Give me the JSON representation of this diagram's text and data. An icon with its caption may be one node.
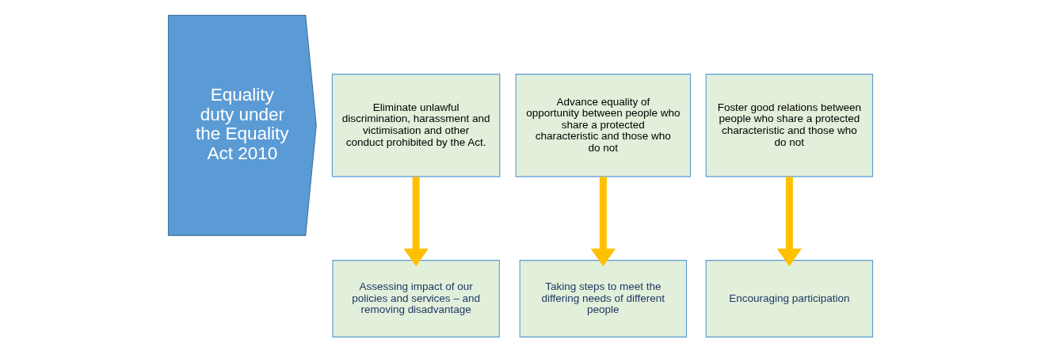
{
  "diagram": {
    "nodes": [
      {
        "text": [
          "Equality duty under the Equality Act 2010"
        ]
      },
      {
        "text": [
          "Eliminate unlawful discrimination, harassment and victimisation and other conduct prohibited by the Act."
        ]
      },
      {
        "text": [
          "Advance equality of opportunity between people who share a protected characteristic and those who do not"
        ]
      },
      {
        "text": [
          "Foster good relations between people who share a protected characteristic and those who do not"
        ]
      },
      {
        "text": [
          "Assessing impact of our policies and services – and removing disadvantage"
        ]
      },
      {
        "text": [
          "Taking steps to meet the differing needs of different people"
        ]
      },
      {
        "text": [
          "Encouraging participation"
        ]
      }
    ],
    "edges": [
      {
        "from": 1,
        "to": 4,
        "arrow": "to",
        "color": "#ffc000"
      },
      {
        "from": 2,
        "to": 5,
        "arrow": "to",
        "color": "#ffc000"
      },
      {
        "from": 3,
        "to": 6,
        "arrow": "to",
        "color": "#ffc000"
      }
    ]
  }
}
